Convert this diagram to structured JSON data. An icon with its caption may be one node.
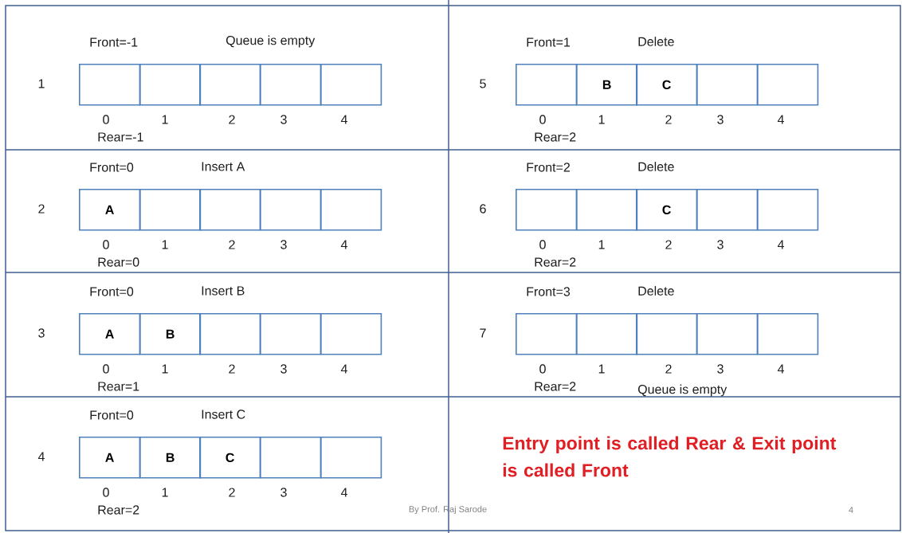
{
  "diagram": {
    "nodes": [
      {
        "text": [],
        "shape": "box"
      },
      {
        "text": [],
        "shape": "box"
      },
      {
        "text": [],
        "shape": "box"
      },
      {
        "text": [],
        "shape": "box"
      },
      {
        "text": [],
        "shape": "box"
      },
      {
        "text": [
          "A"
        ]
      },
      {
        "text": [],
        "shape": "box"
      },
      {
        "text": [],
        "shape": "box"
      },
      {
        "text": [],
        "shape": "box"
      },
      {
        "text": [],
        "shape": "box"
      },
      {
        "text": [
          "A"
        ]
      },
      {
        "text": [
          "B"
        ]
      },
      {
        "text": [],
        "shape": "box"
      },
      {
        "text": [],
        "shape": "box"
      },
      {
        "text": [],
        "shape": "box"
      },
      {
        "text": [
          "A"
        ]
      },
      {
        "text": [
          "B"
        ]
      },
      {
        "text": [
          "C"
        ]
      },
      {
        "text": [],
        "shape": "box"
      },
      {
        "text": [],
        "shape": "box"
      },
      {
        "text": [],
        "shape": "box"
      },
      {
        "text": [
          "B"
        ]
      },
      {
        "text": [
          "C"
        ]
      },
      {
        "text": [],
        "shape": "box"
      },
      {
        "text": [],
        "shape": "box"
      },
      {
        "text": [],
        "shape": "box"
      },
      {
        "text": [],
        "shape": "box"
      },
      {
        "text": [
          "C"
        ]
      },
      {
        "text": [],
        "shape": "box"
      },
      {
        "text": [],
        "shape": "box"
      },
      {
        "text": [],
        "shape": "box"
      },
      {
        "text": [],
        "shape": "box"
      },
      {
        "text": [],
        "shape": "box"
      },
      {
        "text": [],
        "shape": "box"
      },
      {
        "text": [],
        "shape": "box"
      }
    ],
    "labels": [
      "Front=-1",
      "Queue is empty",
      "1",
      "0",
      "1",
      "2",
      "3",
      "4",
      "Rear=-1",
      "Front=0",
      "Insert A",
      "2",
      "0",
      "1",
      "2",
      "3",
      "4",
      "Rear=0",
      "Front=0",
      "Insert B",
      "3",
      "0",
      "1",
      "2",
      "3",
      "4",
      "Rear=1",
      "Front=0",
      "Insert C",
      "4",
      "0",
      "1",
      "2",
      "3",
      "4",
      "Rear=2",
      "Front=1",
      "Delete",
      "5",
      "0",
      "1",
      "2",
      "3",
      "4",
      "Rear=2",
      "Front=2",
      "Delete",
      "6",
      "0",
      "1",
      "2",
      "3",
      "4",
      "Rear=2",
      "Front=3",
      "Delete",
      "7",
      "0",
      "1",
      "2",
      "3",
      "4",
      "Rear=2",
      "Queue is empty",
      "Entry point is called Rear & Exit point is called Front",
      "By Prof. Raj Sarode",
      "4"
    ]
  }
}
